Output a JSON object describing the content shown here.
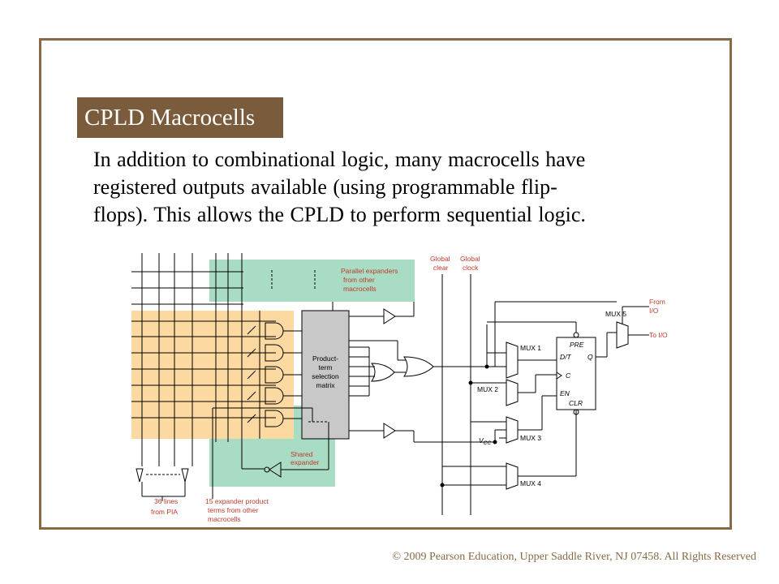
{
  "slide": {
    "title": "CPLD Macrocells",
    "body_lines": [
      "In addition to combinational logic, many macrocells have",
      "registered outputs available (using programmable flip-",
      "flops). This allows the CPLD to perform sequential logic."
    ],
    "copyright": "© 2009 Pearson Education, Upper Saddle River, NJ 07458. All Rights Reserved"
  },
  "diagram": {
    "global_clear": [
      "Global",
      "clear"
    ],
    "global_clock": [
      "Global",
      "clock"
    ],
    "parallel_expanders": [
      "Parallel expanders",
      "from other",
      "macrocells"
    ],
    "product_term": [
      "Product-",
      "term",
      "selection",
      "matrix"
    ],
    "shared_expander": [
      "Shared",
      "expander"
    ],
    "lines_from_pia": [
      "36 lines",
      "from PIA"
    ],
    "expander_terms": [
      "15 expander product",
      "terms from other",
      "macrocells"
    ],
    "from_io": [
      "From",
      "I/O"
    ],
    "to_io": "To I/O",
    "mux1": "MUX 1",
    "mux2": "MUX 2",
    "mux3": "MUX 3",
    "mux4": "MUX 4",
    "mux5": "MUX 5",
    "ff": {
      "pre": "PRE",
      "dt": "D/T",
      "q": "Q",
      "c": "C",
      "en": "EN",
      "clr": "CLR"
    },
    "vcc": "V",
    "vcc_sub": "CC",
    "colors": {
      "label_red": "#c0392b",
      "teal_region": "#a9dcc4",
      "orange_region": "#fbd9a0",
      "box_gray": "#c8c8c8"
    }
  }
}
